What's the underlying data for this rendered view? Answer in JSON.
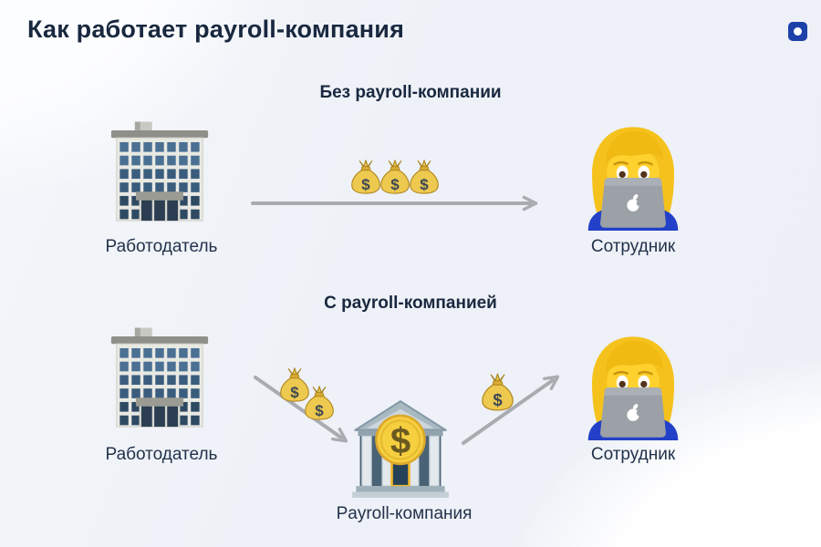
{
  "title": "Как работает payroll-компания",
  "glyphs": {
    "dollar": "$"
  },
  "colors": {
    "background": "#eef1f7",
    "heading_text": "#19283f",
    "label_text": "#22324b",
    "arrow_gray": "#a8abb0",
    "logo_blue": "#1d41a9",
    "money_gold": "#eec94f",
    "coin_gold": "#f6cf3f",
    "laptop_gray": "#9ba1a6",
    "shirt_blue": "#2340c8"
  },
  "icons": {
    "employer": "office-building-emoji",
    "employee": "woman-technologist-emoji",
    "payroll_company": "bank-emoji",
    "money": "money-bag-emoji",
    "brand": "blue-rounded-square-with-white-dot-logo"
  },
  "sections": {
    "without": {
      "heading": "Без payroll-компании",
      "employer_label": "Работодатель",
      "employee_label": "Сотрудник",
      "flow": {
        "direction": "right",
        "money_bags": 3,
        "from": "employer",
        "to": "employee"
      }
    },
    "with": {
      "heading": "С payroll-компанией",
      "employer_label": "Работодатель",
      "payroll_label": "Payroll-компания",
      "employee_label": "Сотрудник",
      "flows": [
        {
          "direction": "down-right",
          "money_bags": 2,
          "from": "employer",
          "to": "payroll_company"
        },
        {
          "direction": "up-right",
          "money_bags": 1,
          "from": "payroll_company",
          "to": "employee"
        }
      ]
    }
  }
}
